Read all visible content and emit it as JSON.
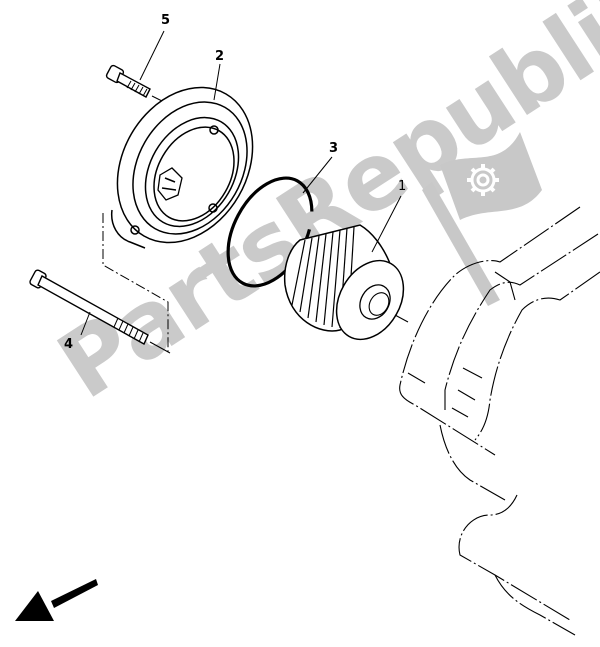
{
  "diagram": {
    "type": "exploded-parts-view",
    "subject": "oil filter assembly",
    "callouts": [
      {
        "number": "1",
        "part": "oil filter element"
      },
      {
        "number": "2",
        "part": "oil filter cover"
      },
      {
        "number": "3",
        "part": "o-ring"
      },
      {
        "number": "4",
        "part": "long bolt"
      },
      {
        "number": "5",
        "part": "short bolt"
      }
    ],
    "direction_arrow": "front",
    "colors": {
      "line": "#000000",
      "watermark": "#c8c8c8",
      "background": "#ffffff"
    }
  },
  "watermark": {
    "text": "PartsRepublik",
    "logo": "gear-flag-icon"
  }
}
